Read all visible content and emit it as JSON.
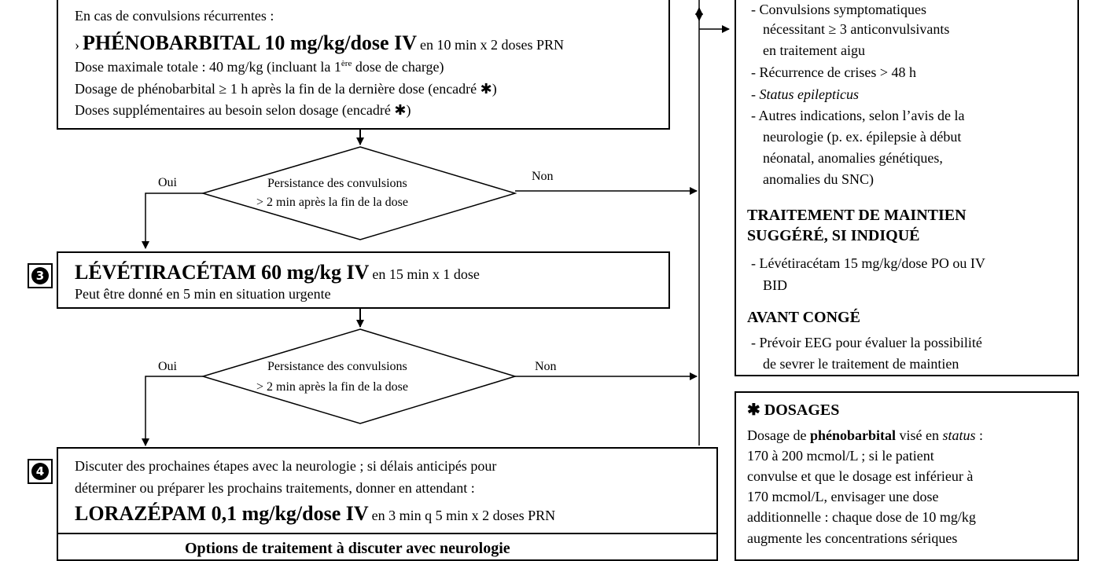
{
  "step2": {
    "heading": "En cas de convulsions récurrentes :",
    "drug_bullet": "›",
    "drug": "PHÉNOBARBITAL 10 mg/kg/dose IV",
    "drug_admin": "en 10 min x 2 doses PRN",
    "line1_pre": "Dose maximale totale : 40 mg/kg (incluant la 1",
    "line1_sup": "ère",
    "line1_post": "dose de charge)",
    "line2": "Dosage de phénobarbital ≥ 1 h après la fin de la dernière dose (encadré ✱)",
    "line3": "Doses supplémentaires au besoin selon dosage (encadré ✱)"
  },
  "decision1": {
    "line1": "Persistance des convulsions",
    "line2": "> 2 min après la fin de la dose",
    "yes": "Oui",
    "no": "Non"
  },
  "step3": {
    "number": "3",
    "drug": "LÉVÉTIRACÉTAM 60 mg/kg IV",
    "drug_admin": "en 15 min x 1 dose",
    "note": "Peut être donné en 5 min en situation urgente"
  },
  "decision2": {
    "line1": "Persistance des convulsions",
    "line2": "> 2 min après la fin de la dose",
    "yes": "Oui",
    "no": "Non"
  },
  "step4": {
    "number": "4",
    "line1": "Discuter des prochaines étapes avec la neurologie ; si délais anticipés pour",
    "line2": "déterminer ou préparer les prochains traitements, donner en attendant :",
    "drug": "LORAZÉPAM 0,1 mg/kg/dose IV",
    "drug_admin": "en 3 min q 5 min x 2 doses PRN",
    "options_partial": "Options de traitement à discuter avec neurologie"
  },
  "side_panel": {
    "items": [
      "- Convulsions symptomatiques",
      "nécessitant ≥ 3 anticonvulsivants",
      "en traitement aigu",
      "- Récurrence de crises > 48 h",
      "Status epilepticus",
      "- Autres indications, selon l’avis de la",
      "neurologie (p. ex. épilepsie à début",
      "néonatal, anomalies génétiques,",
      "anomalies du SNC)"
    ],
    "status_prefix": "- ",
    "maintenance_title_1": "TRAITEMENT DE MAINTIEN",
    "maintenance_title_2": "SUGGÉRÉ, SI INDIQUÉ",
    "maintenance_1": "- Lévétiracétam 15 mg/kg/dose PO ou IV",
    "maintenance_2": "BID",
    "discharge_title": "AVANT CONGÉ",
    "discharge_1": "- Prévoir EEG pour évaluer la possibilité",
    "discharge_2": "de sevrer le traitement de maintien"
  },
  "dosages": {
    "title_icon": "✱",
    "title": "DOSAGES",
    "l1_pre": "Dosage de",
    "l1_bold": "phénobarbital",
    "l1_mid": "visé en",
    "l1_italic": "status",
    "l1_end": ":",
    "l2": "170 à 200 mcmol/L ; si le patient",
    "l3": "convulse et que le dosage est inférieur à",
    "l4": "170 mcmol/L, envisager une dose",
    "l5": "additionnelle : chaque dose de 10 mg/kg",
    "l6": "augmente les concentrations sériques"
  }
}
